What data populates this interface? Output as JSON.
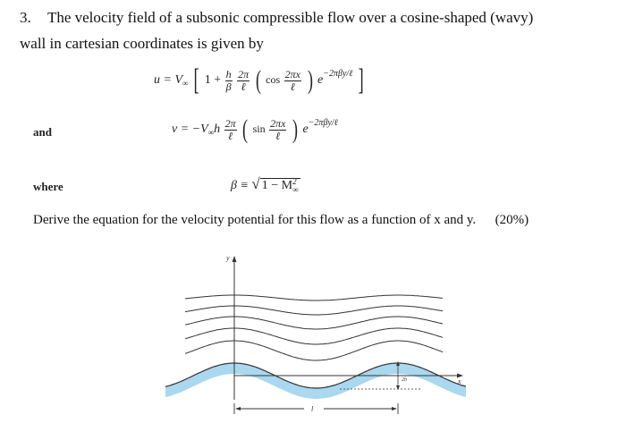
{
  "problem": {
    "number": "3.",
    "line1": "The velocity field of a subsonic compressible flow over a cosine-shaped (wavy)",
    "line2": "wall in cartesian coordinates is given by",
    "question": "Derive the equation for the velocity potential for this flow as a function of x and y.",
    "points": "(20%)"
  },
  "labels": {
    "and": "and",
    "where": "where"
  },
  "eq_u": {
    "lhs": "u = V",
    "inf": "∞",
    "one_plus": "1 +",
    "f1_num": "h",
    "f1_den": "β",
    "f2_num": "2π",
    "f2_den": "ℓ",
    "cos": "cos",
    "f3_num": "2πx",
    "f3_den": "ℓ",
    "exp_base": "e",
    "exp": "−2πβy/ℓ"
  },
  "eq_v": {
    "lhs": "v = −V",
    "inf": "∞",
    "h": "h",
    "f1_num": "2π",
    "f1_den": "ℓ",
    "sin": "sin",
    "f2_num": "2πx",
    "f2_den": "ℓ",
    "exp_base": "e",
    "exp": "−2πβy/ℓ"
  },
  "eq_beta": {
    "lhs": "β ≡",
    "radical": "√",
    "rad_body": "1 − M",
    "sup": "2",
    "sub": "∞"
  },
  "diagram": {
    "y_label": "y",
    "x_label": "x",
    "h_label": "2h",
    "length_label": "l",
    "wall_color": "#a9d8ef",
    "curve_color": "#333333"
  }
}
